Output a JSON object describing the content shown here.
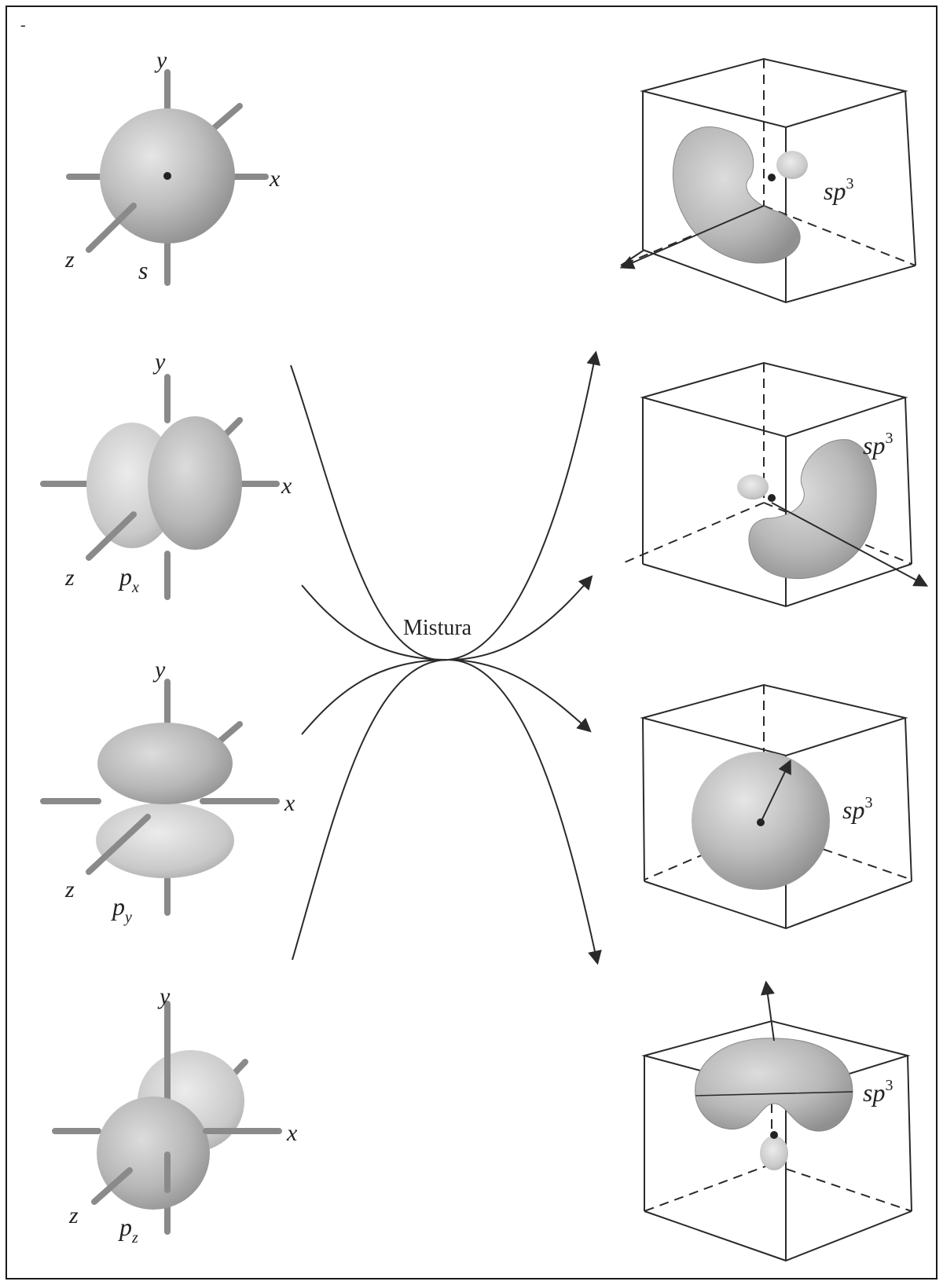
{
  "labels": {
    "corner_mark": "-",
    "mixing": "Mistura",
    "axis_x": "x",
    "axis_y": "y",
    "axis_z": "z",
    "orbital_s": "s",
    "orbital_p": "p",
    "sub_x": "x",
    "sub_y": "y",
    "sub_z": "z",
    "hybrid_base": "sp",
    "hybrid_exp": "3"
  },
  "colors": {
    "lobe_light": "#d8d8d8",
    "lobe_mid": "#b4b4b4",
    "lobe_dark": "#8e8e8e",
    "line": "#2a2a2a",
    "axis_rod": "#8a8a8a"
  },
  "atomic_orbitals": [
    "s",
    "px",
    "py",
    "pz"
  ],
  "hybrid_orbitals": [
    "sp3",
    "sp3",
    "sp3",
    "sp3"
  ]
}
